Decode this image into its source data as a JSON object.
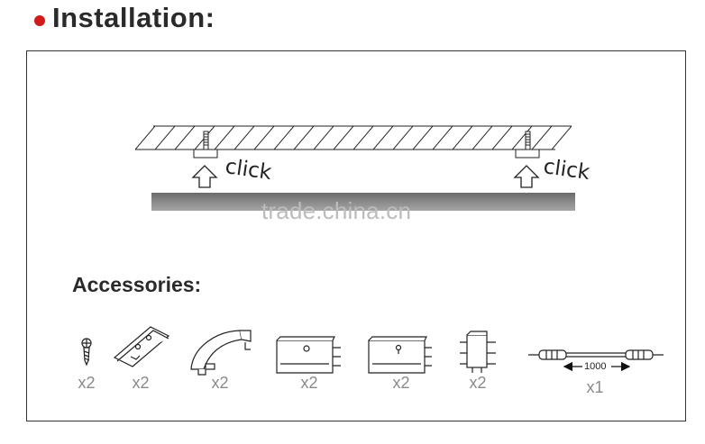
{
  "header": {
    "title": "Installation:",
    "bullet_color": "#d11a1a"
  },
  "diagram": {
    "click_labels": [
      "click",
      "click"
    ],
    "watermark": "trade.china.cn"
  },
  "accessories": {
    "title": "Accessories:",
    "items": [
      {
        "icon": "screw-icon",
        "quantity": "x2"
      },
      {
        "icon": "mounting-clip-icon",
        "quantity": "x2"
      },
      {
        "icon": "corner-connector-icon",
        "quantity": "x2"
      },
      {
        "icon": "straight-connector-icon",
        "quantity": "x2"
      },
      {
        "icon": "straight-connector-alt-icon",
        "quantity": "x2"
      },
      {
        "icon": "end-connector-icon",
        "quantity": "x2"
      },
      {
        "icon": "extension-cable-icon",
        "quantity": "x1",
        "dimension": "1000"
      }
    ]
  }
}
